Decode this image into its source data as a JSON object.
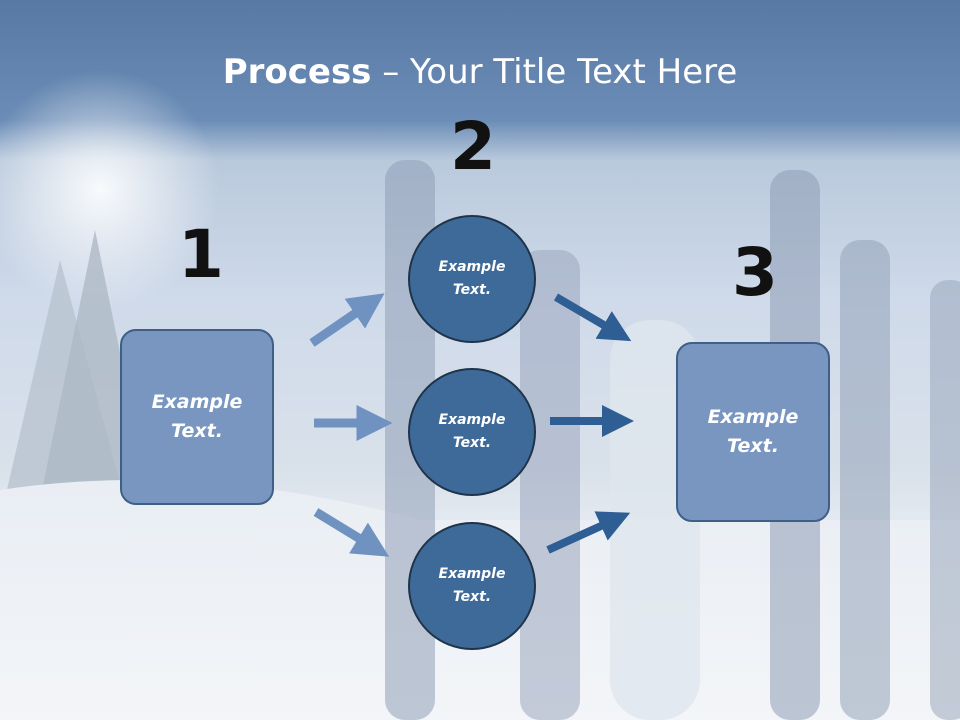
{
  "title": {
    "bold": "Process",
    "rest": " – Your Title Text Here"
  },
  "steps": {
    "one": "1",
    "two": "2",
    "three": "3"
  },
  "left_box": {
    "line1": "Example",
    "line2": "Text."
  },
  "circles": [
    {
      "line1": "Example",
      "line2": "Text."
    },
    {
      "line1": "Example",
      "line2": "Text."
    },
    {
      "line1": "Example",
      "line2": "Text."
    }
  ],
  "right_box": {
    "line1": "Example",
    "line2": "Text."
  },
  "colors": {
    "box_fill": "#7896c0",
    "circle_fill": "#3e6a9a",
    "arrow_light": "#6f92c1",
    "arrow_dark": "#2f5e94"
  }
}
